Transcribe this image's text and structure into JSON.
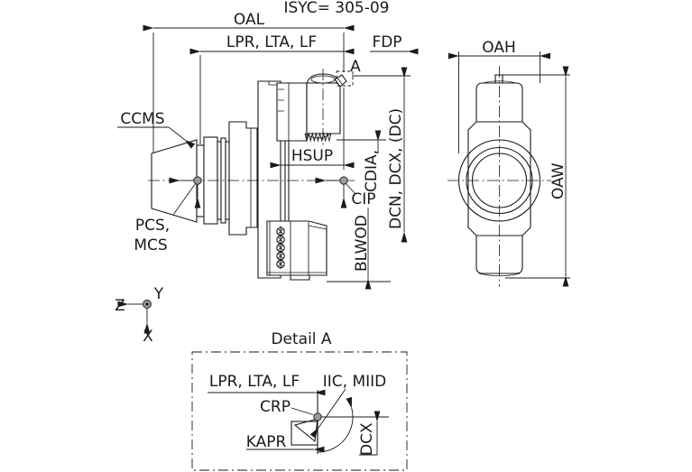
{
  "title": "ISYC= 305-09",
  "main_view": {
    "oal": "OAL",
    "lpr_lta_lf": "LPR, LTA, LF",
    "fdp": "FDP",
    "detail_marker": "A",
    "ccms": "CCMS",
    "pcs": "PCS,",
    "mcs": "MCS",
    "hsup": "HSUP",
    "cip": "CIP",
    "cdia": "CDIA,",
    "dcn_dcx_dc": "DCN, DCX, (DC)",
    "blwod": "BLWOD"
  },
  "end_view": {
    "oah": "OAH",
    "oaw": "OAW"
  },
  "axes": {
    "z": "Z",
    "y": "Y",
    "x": "X"
  },
  "detail_a": {
    "title": "Detail A",
    "lpr_lta_lf": "LPR, LTA, LF",
    "iic_miid": "IIC, MIID",
    "crp": "CRP",
    "kapr": "KAPR",
    "dcx": "DCX"
  },
  "colors": {
    "line": "#1a1a1a",
    "marker_fill": "#9b9b9b",
    "background": "#ffffff"
  }
}
